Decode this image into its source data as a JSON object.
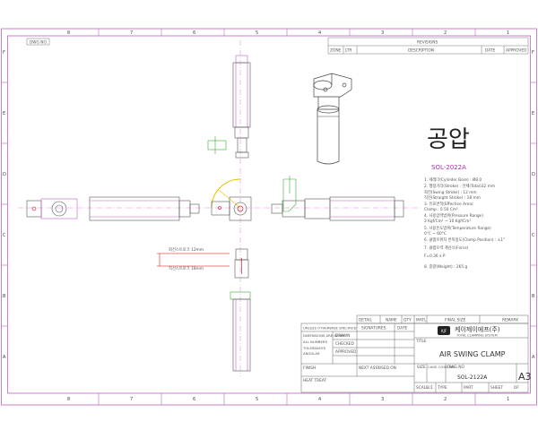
{
  "sheet": {
    "columns": [
      "8",
      "7",
      "6",
      "5",
      "4",
      "3",
      "2",
      "1"
    ],
    "rows": [
      "F",
      "E",
      "D",
      "C",
      "B",
      "A"
    ],
    "corner_tag": "DWG NO."
  },
  "revisions": {
    "title": "REVISIONS",
    "headers": [
      "ZONE",
      "LTR",
      "DESCRIPTION",
      "DATE",
      "APPROVED"
    ]
  },
  "drawing": {
    "title_korean": "공압",
    "model": "SOL-2022A",
    "dim1": "회전스트로크 12mm",
    "dim2": "직선스트로크 18mm"
  },
  "specs": [
    "1. 세레다(Cylinder Bore) : Ø8.0",
    "2. 행정거리(Stroke) : 전체(Total)32 mm",
    "   회전(Swing Stroke) : 12 mm",
    "   직진(Straight Stroke) : 18 mm",
    "3. 유효면적(Effective Area)",
    "   Clamp : 0.50 Cm²",
    "4. 사용압력범위(Pressure Range)",
    "   3 Kgf/Cm² ~ 10 Kgf/Cm²",
    "5. 사용온도범위(Temperature Range)",
    "   0°C ~ 60°C",
    "6. 클램프위치 반복정도(Clamp Position) : ±1°",
    "7. 클램프력 계산식(Force)",
    "   F=0.36 x P",
    "8. 중량(Weight) : 265 g"
  ],
  "title_block": {
    "top_headers": [
      "DETAIL",
      "NAME",
      "QTY",
      "MATL",
      "FINAL SIZE",
      "REMARK"
    ],
    "unless_note": "UNLESS OTHERWISE SPECIFIED",
    "dims_note": "DIMENSIONS ARE IN MM",
    "all_numbers": "ALL NUMBERS",
    "tolerances": "TOLERANCES",
    "angular": "ANGULAR",
    "signatures": "SIGNATURES",
    "date_label": "DATE",
    "rows": [
      "DRAWN",
      "CHECKED",
      "APPROVED"
    ],
    "finish": "FINISH",
    "heat_treat": "HEAT TREAT",
    "next_assy": "NEXT ASSY",
    "used_on": "USED ON",
    "company": "케이제이에프(주)",
    "company_en": "TOTAL CLAMPING SYSTEM",
    "title_label": "TITLE",
    "title": "AIR SWING CLAMP",
    "size_label": "SIZE",
    "cage_label": "CAGE CODE NO.",
    "dwg_label": "DWG NO",
    "dwg_no": "SOL-2122A",
    "sheet_size": "A3",
    "scale_label": "SCALE",
    "scale_value": "1/1",
    "type_label": "TYPE",
    "part_label": "PART",
    "sheet_label": "SHEET",
    "of_label": "OF"
  }
}
